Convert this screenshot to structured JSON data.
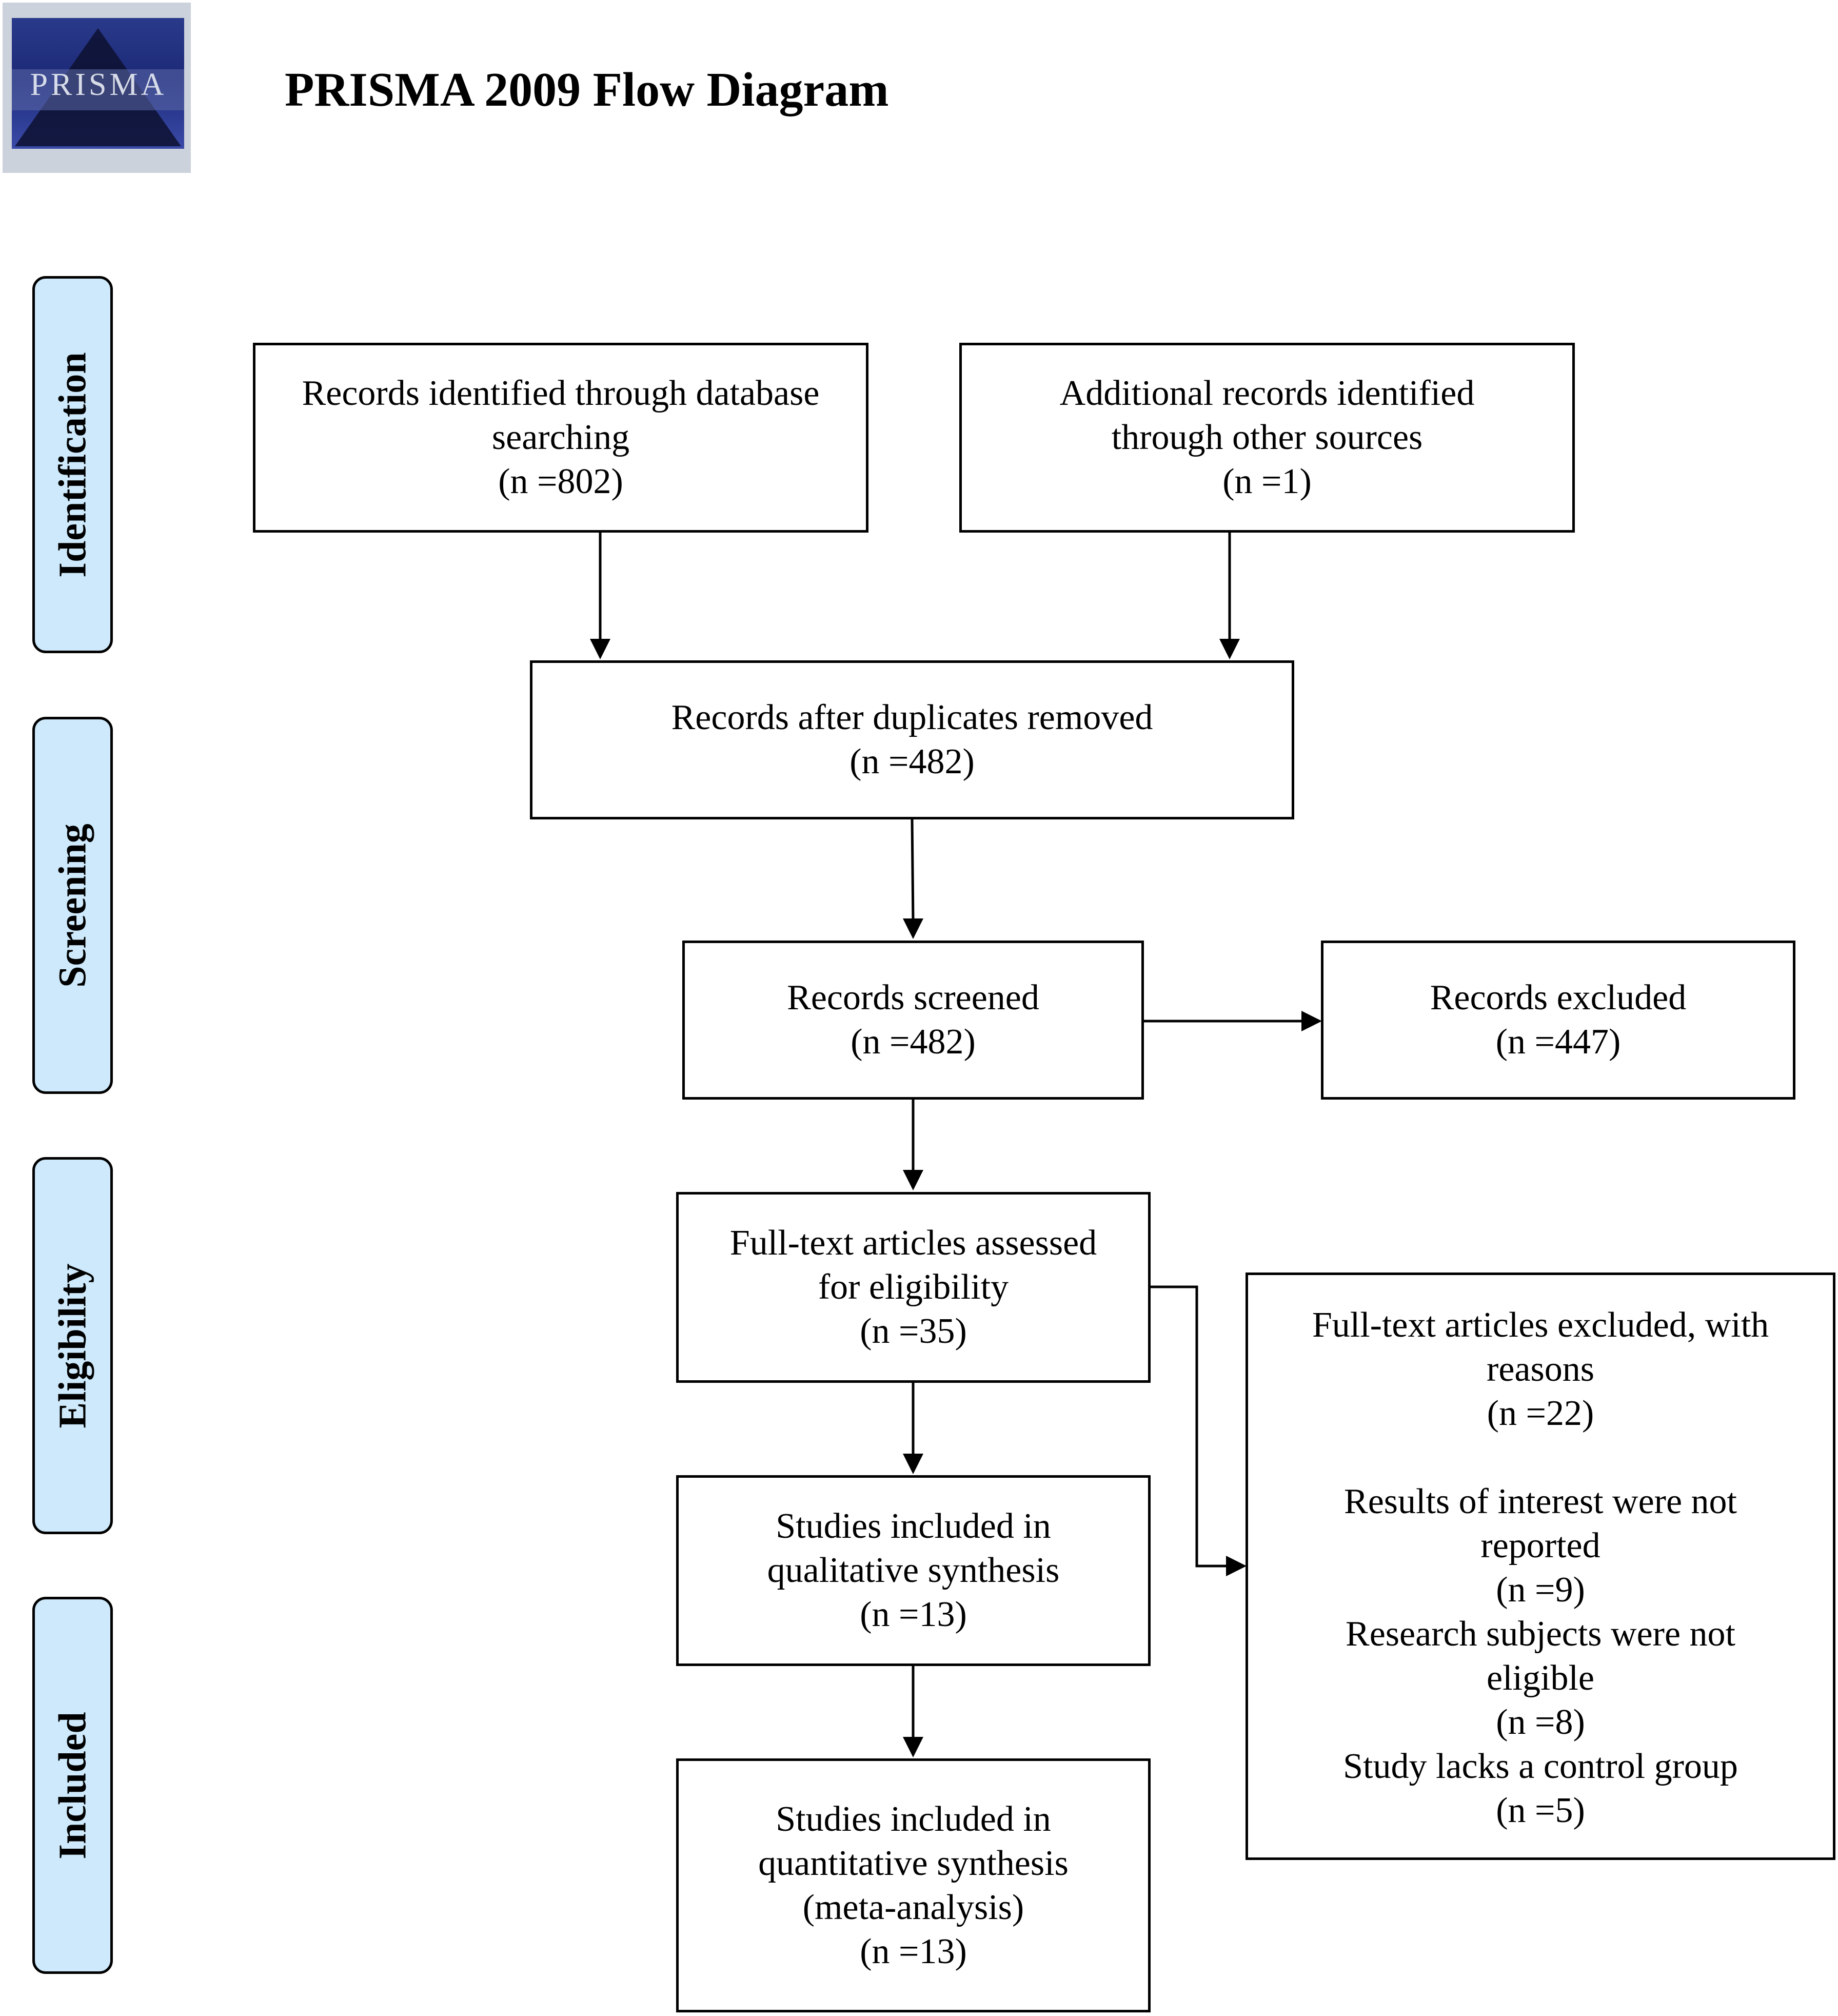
{
  "logo": {
    "name": "prisma-logo",
    "text": "PRISMA"
  },
  "title": "PRISMA 2009 Flow Diagram",
  "phases": {
    "identification": "Identification",
    "screening": "Screening",
    "eligibility": "Eligibility",
    "included": "Included"
  },
  "boxes": {
    "database": {
      "line1": "Records identified through database",
      "line2": "searching",
      "n": "(n =802)"
    },
    "other": {
      "line1": "Additional records identified",
      "line2": "through other sources",
      "n": "(n =1)"
    },
    "duplicates": {
      "line1": "Records after duplicates removed",
      "n": "(n =482)"
    },
    "screened": {
      "line1": "Records screened",
      "n": "(n =482)"
    },
    "excluded": {
      "line1": "Records excluded",
      "n": "(n =447)"
    },
    "fulltext": {
      "line1": "Full-text articles assessed",
      "line2": "for eligibility",
      "n": "(n =35)"
    },
    "fulltext_excluded": {
      "line1": "Full-text articles excluded, with",
      "line2": "reasons",
      "n": "(n =22)",
      "reasons": [
        {
          "line1": "Results of interest were not",
          "line2": "reported",
          "n": "(n =9)"
        },
        {
          "line1": "Research subjects were not",
          "line2": "eligible",
          "n": "(n =8)"
        },
        {
          "line1": "Study lacks a control group",
          "n": "(n =5)"
        }
      ]
    },
    "qualitative": {
      "line1": "Studies included in",
      "line2": "qualitative synthesis",
      "n": "(n =13)"
    },
    "quantitative": {
      "line1": "Studies included in",
      "line2": "quantitative synthesis",
      "line3": "(meta-analysis)",
      "n": "(n =13)"
    }
  }
}
